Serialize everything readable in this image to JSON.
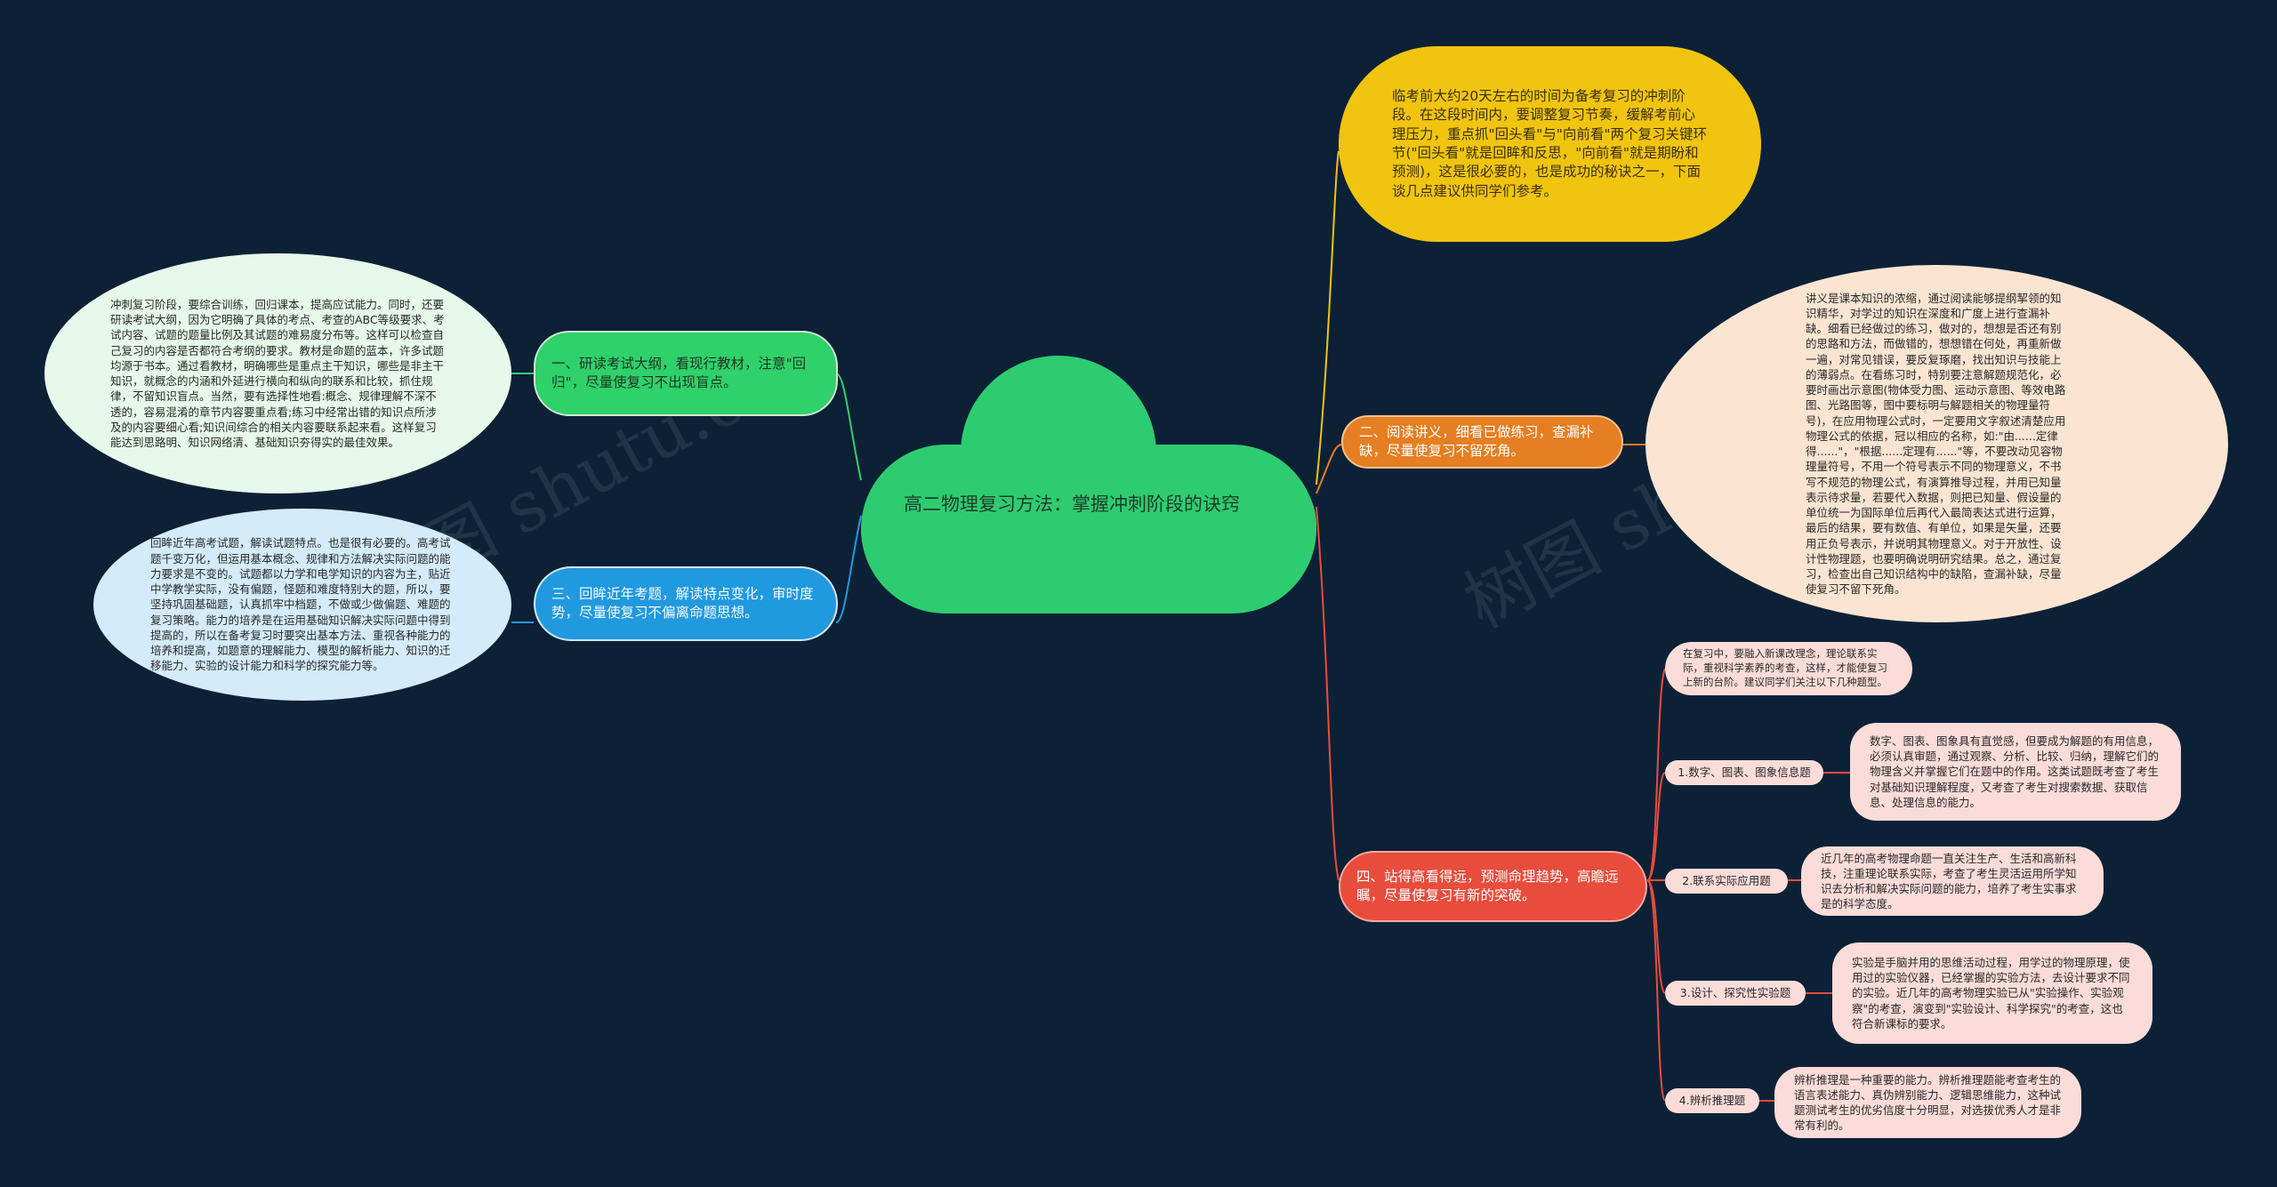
{
  "center": {
    "title": "高二物理复习方法：掌握冲刺阶段的诀窍"
  },
  "left_branches": [
    {
      "label": "一、研读考试大纲，看现行教材，注意\"回归\"，尽量使复习不出现盲点。",
      "detail": "冲刺复习阶段，要综合训练，回归课本，提高应试能力。同时，还要研读考试大纲，因为它明确了具体的考点、考查的ABC等级要求、考试内容、试题的题量比例及其试题的难易度分布等。这样可以检查自己复习的内容是否都符合考纲的要求。教材是命题的蓝本，许多试题均源于书本。通过看教材，明确哪些是重点主干知识，哪些是非主干知识，就概念的内涵和外延进行横向和纵向的联系和比较，抓住规律，不留知识盲点。当然，要有选择性地看:概念、规律理解不深不透的，容易混淆的章节内容要重点看;练习中经常出错的知识点所涉及的内容要细心看;知识间综合的相关内容要联系起来看。这样复习能达到思路明、知识网络清、基础知识夯得实的最佳效果。"
    },
    {
      "label": "三、回眸近年考题，解读特点变化，审时度势，尽量使复习不偏离命题思想。",
      "detail": "回眸近年高考试题，解读试题特点。也是很有必要的。高考试题千变万化，但运用基本概念、规律和方法解决实际问题的能力要求是不变的。试题都以力学和电学知识的内容为主，贴近中学教学实际，没有偏题，怪题和难度特别大的题，所以，要坚持巩固基础题，认真抓牢中档题，不做或少做偏题、难题的复习策略。能力的培养是在运用基础知识解决实际问题中得到提高的，所以在备考复习时要突出基本方法、重视各种能力的培养和提高，如题意的理解能力、模型的解析能力、知识的迁移能力、实验的设计能力和科学的探究能力等。"
    }
  ],
  "right_branches": {
    "intro": "临考前大约20天左右的时间为备考复习的冲刺阶段。在这段时间内，要调整复习节奏，缓解考前心理压力，重点抓\"回头看\"与\"向前看\"两个复习关键环节(\"回头看\"就是回眸和反思，\"向前看\"就是期盼和预测)，这是很必要的，也是成功的秘诀之一，下面谈几点建议供同学们参考。",
    "branch2": {
      "label": "二、阅读讲义，细看已做练习，查漏补缺，尽量使复习不留死角。",
      "detail": "讲义是课本知识的浓缩，通过阅读能够提纲挈领的知识精华，对学过的知识在深度和广度上进行查漏补缺。细看已经做过的练习，做对的，想想是否还有别的思路和方法，而做错的，想想错在何处，再重新做一遍，对常见错误，要反复琢磨，找出知识与技能上的薄弱点。在看练习时，特别要注意解题规范化，必要时画出示意图(物体受力图、运动示意图、等效电路图、光路图等，图中要标明与解题相关的物理量符号)，在应用物理公式时，一定要用文字叙述清楚应用物理公式的依据，冠以相应的名称，如:\"由......定律得......\"，\"根据......定理有......\"等，不要改动见容物理量符号，不用一个符号表示不同的物理意义，不书写不规范的物理公式，有演算推导过程，并用已知量表示待求量，若要代入数据，则把已知量、假设量的单位统一为国际单位后再代入最简表达式进行运算，最后的结果，要有数值、有单位，如果是矢量，还要用正负号表示，并说明其物理意义。对于开放性、设计性物理题，也要明确说明研究结果。总之，通过复习，检查出自己知识结构中的缺陷，查漏补缺，尽量使复习不留下死角。"
    },
    "branch4": {
      "label": "四、站得高看得远，预测命理趋势，高瞻远瞩，尽量使复习有新的突破。",
      "summary": "在复习中，要融入新课改理念，理论联系实际，重视科学素养的考查，这样，才能使复习上新的台阶。建议同学们关注以下几种题型。",
      "items": [
        {
          "label": "1.数字、图表、图象信息题",
          "detail": "数字、图表、图象具有直觉感，但要成为解题的有用信息，必须认真审题，通过观察、分析、比较、归纳，理解它们的物理含义并掌握它们在题中的作用。这类试题既考查了考生对基础知识理解程度，又考查了考生对搜索数据、获取信息、处理信息的能力。"
        },
        {
          "label": "2.联系实际应用题",
          "detail": "近几年的高考物理命题一直关注生产、生活和高新科技，注重理论联系实际，考查了考生灵活运用所学知识去分析和解决实际问题的能力，培养了考生实事求是的科学态度。"
        },
        {
          "label": "3.设计、探究性实验题",
          "detail": "实验是手脑并用的思维活动过程，用学过的物理原理，使用过的实验仪器，已经掌握的实验方法，去设计要求不同的实验。近几年的高考物理实验已从\"实验操作、实验观察\"的考查，演变到\"实验设计、科学探究\"的考查，这也符合新课标的要求。"
        },
        {
          "label": "4.辨析推理题",
          "detail": "辨析推理是一种重要的能力。辨析推理题能考查考生的语言表述能力、真伪辨别能力、逻辑思维能力，这种试题测试考生的优劣信度十分明显，对选拔优秀人才是非常有利的。"
        }
      ]
    }
  },
  "watermark": "树图 shutu.cn",
  "colors": {
    "background": "#0d2136",
    "center": "#2ecc71",
    "branch1": "#2fd16a",
    "branch3": "#2199de",
    "intro": "#f1c40f",
    "branch2": "#e67e22",
    "branch4": "#e84c3c"
  }
}
